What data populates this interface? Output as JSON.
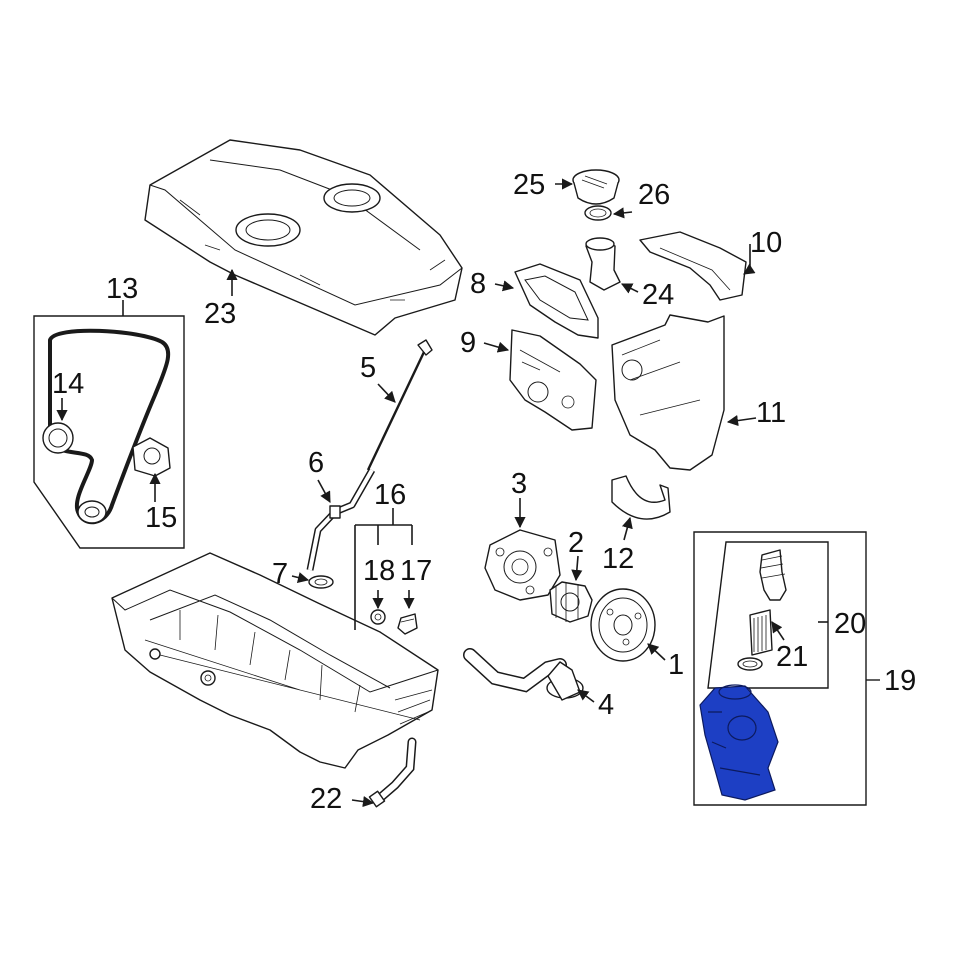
{
  "diagram": {
    "highlight_color": "#1d3fc4",
    "callouts": {
      "c1": "1",
      "c2": "2",
      "c3": "3",
      "c4": "4",
      "c5": "5",
      "c6": "6",
      "c7": "7",
      "c8": "8",
      "c9": "9",
      "c10": "10",
      "c11": "11",
      "c12": "12",
      "c13": "13",
      "c14": "14",
      "c15": "15",
      "c16": "16",
      "c17": "17",
      "c18": "18",
      "c19": "19",
      "c20": "20",
      "c21": "21",
      "c22": "22",
      "c23": "23",
      "c24": "24",
      "c25": "25",
      "c26": "26"
    }
  }
}
